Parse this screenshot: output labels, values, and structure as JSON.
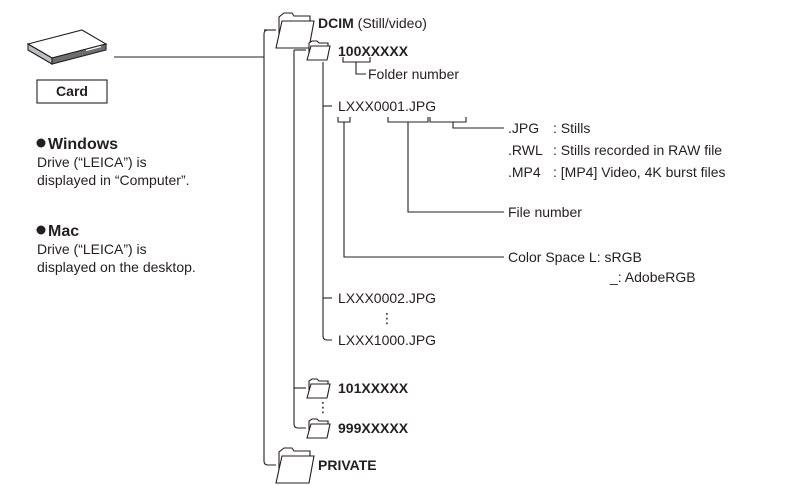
{
  "card": {
    "label": "Card"
  },
  "windows": {
    "title": "Windows",
    "line1": "Drive (“LEICA”) is",
    "line2": "displayed in “Computer”."
  },
  "mac": {
    "title": "Mac",
    "line1": "Drive (“LEICA”) is",
    "line2": "displayed on the desktop."
  },
  "tree": {
    "dcim_name": "DCIM",
    "dcim_note": "(Still/video)",
    "folder_100": "100XXXXX",
    "folder_number_label": "Folder number",
    "file_0001_prefix": "LXXX",
    "file_0001_num": "0001",
    "file_0001_ext": ".JPG",
    "file_0002": "LXXX0002.JPG",
    "ellipsis": "⋮",
    "file_1000": "LXXX1000.JPG",
    "folder_101": "101XXXXX",
    "folder_999": "999XXXXX",
    "private_name": "PRIVATE"
  },
  "legend": {
    "ext_jpg": ".JPG",
    "ext_jpg_desc": ": Stills",
    "ext_rwl": ".RWL",
    "ext_rwl_desc": ": Stills recorded in RAW file",
    "ext_mp4": ".MP4",
    "ext_mp4_desc": ": [MP4] Video, 4K burst files",
    "file_number": "File number",
    "color_space": "Color Space L: sRGB",
    "color_space_2": "_: AdobeRGB"
  }
}
